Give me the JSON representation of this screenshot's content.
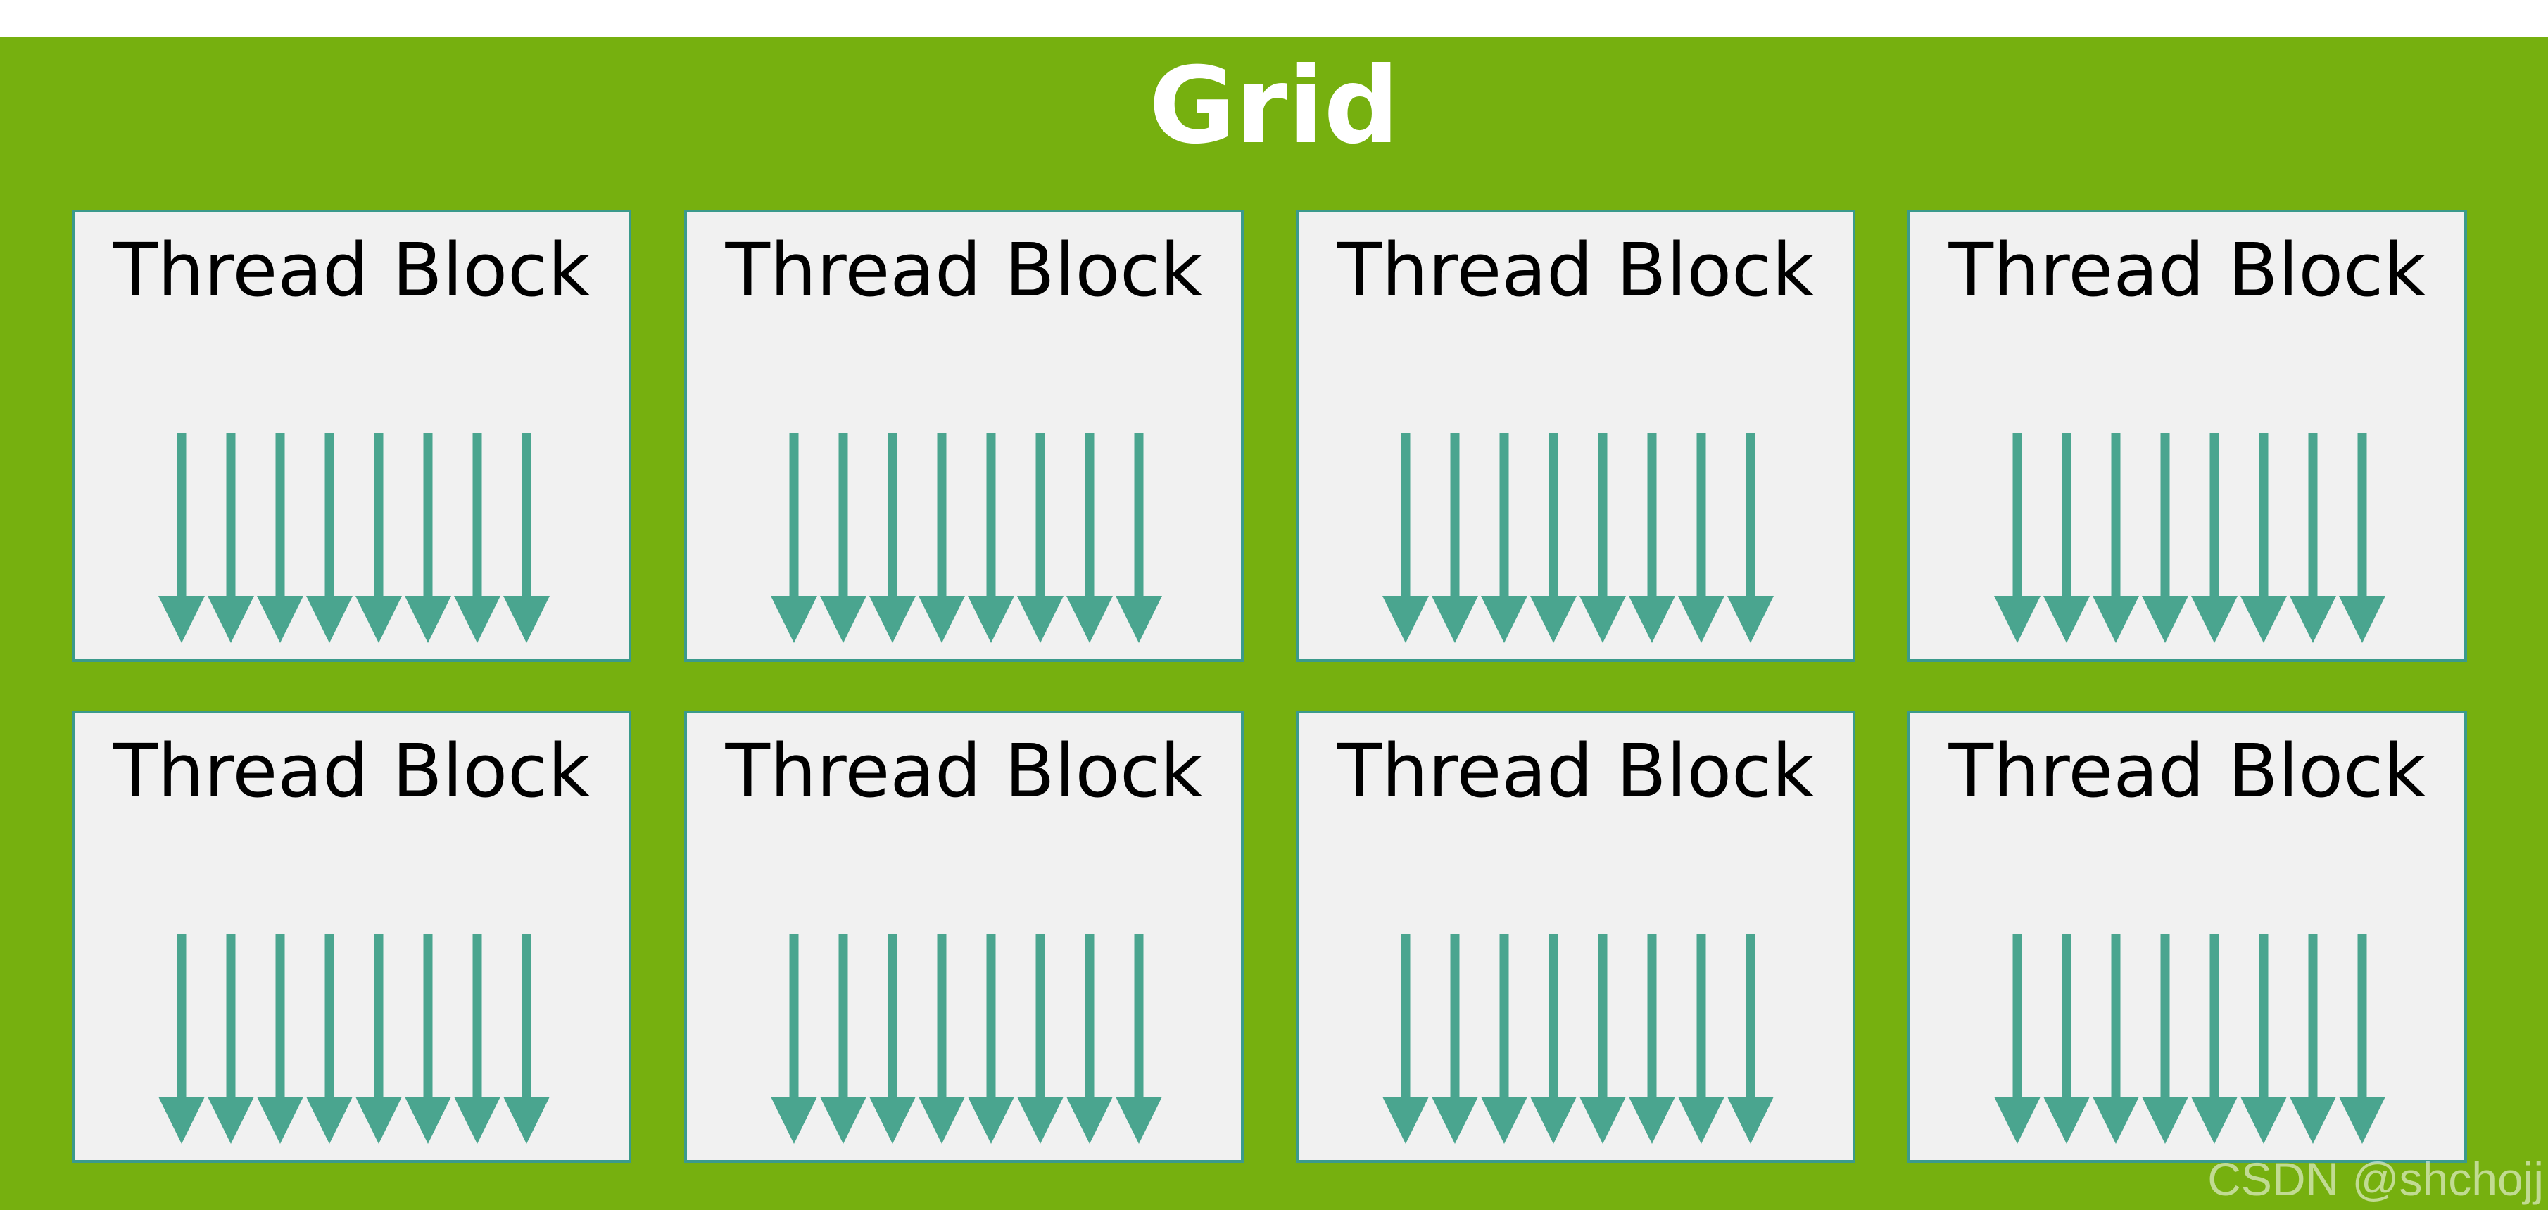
{
  "grid": {
    "title": "Grid",
    "blocks": [
      {
        "label": "Thread Block",
        "threads": 8
      },
      {
        "label": "Thread Block",
        "threads": 8
      },
      {
        "label": "Thread Block",
        "threads": 8
      },
      {
        "label": "Thread Block",
        "threads": 8
      },
      {
        "label": "Thread Block",
        "threads": 8
      },
      {
        "label": "Thread Block",
        "threads": 8
      },
      {
        "label": "Thread Block",
        "threads": 8
      },
      {
        "label": "Thread Block",
        "threads": 8
      }
    ]
  },
  "colors": {
    "grid_background": "#76b00f",
    "block_background": "#f1f1f1",
    "block_border": "#3b9a8c",
    "thread_arrow": "#4aa58f",
    "title_text": "#ffffff",
    "label_text": "#000000"
  },
  "icons": {
    "thread": "thread-arrow-icon"
  },
  "watermark": "CSDN @shchojj"
}
